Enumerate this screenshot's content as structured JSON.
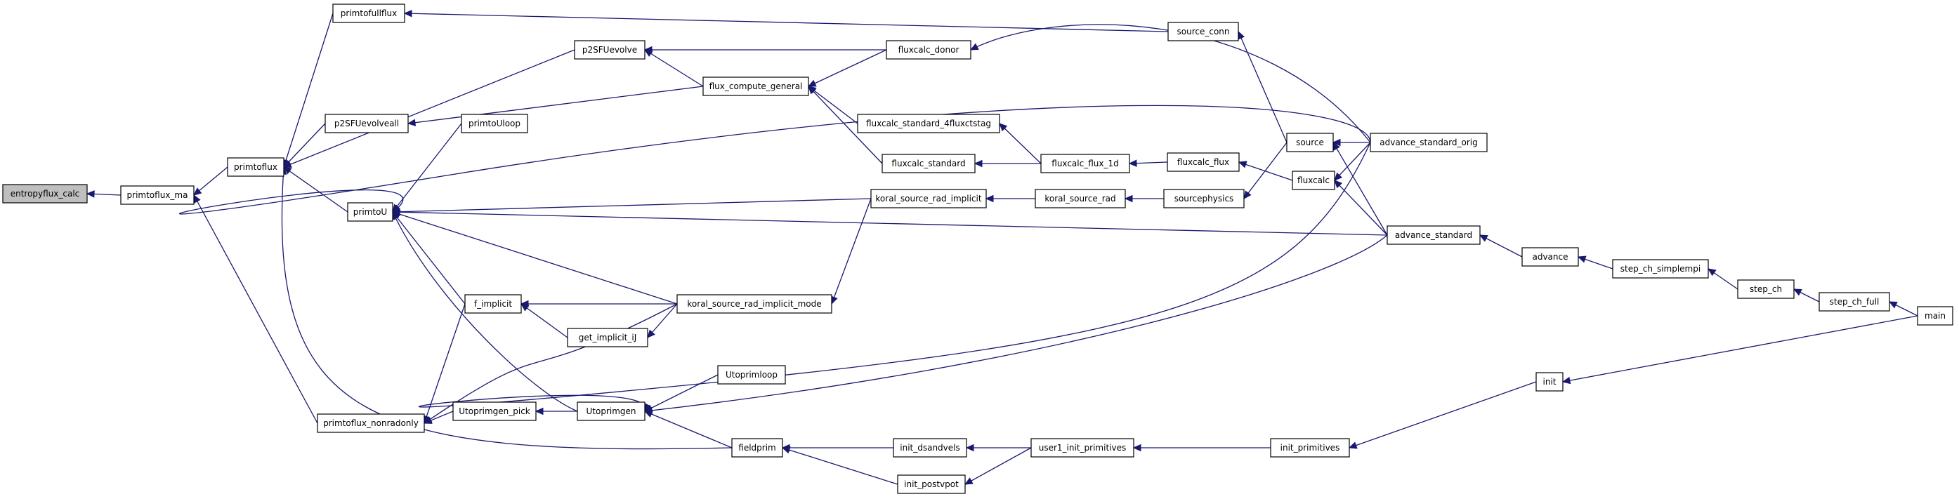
{
  "graph": {
    "title": "",
    "colors": {
      "edge": "#191970",
      "node_border": "#000000",
      "root_fill": "#bfbfbf",
      "node_fill": "#ffffff"
    },
    "nodes": [
      {
        "id": "entropyflux_calc",
        "label": "entropyflux_calc",
        "root": true
      },
      {
        "id": "primtoflux_ma",
        "label": "primtoflux_ma"
      },
      {
        "id": "primtoflux",
        "label": "primtoflux"
      },
      {
        "id": "primtofullflux",
        "label": "primtofullflux"
      },
      {
        "id": "p2SFUevolve",
        "label": "p2SFUevolve"
      },
      {
        "id": "p2SFUevolveall",
        "label": "p2SFUevolveall"
      },
      {
        "id": "primtoUloop",
        "label": "primtoUloop"
      },
      {
        "id": "primtoU",
        "label": "primtoU"
      },
      {
        "id": "primtoflux_nonradonly",
        "label": "primtoflux_nonradonly"
      },
      {
        "id": "f_implicit",
        "label": "f_implicit"
      },
      {
        "id": "get_implicit_iJ",
        "label": "get_implicit_iJ"
      },
      {
        "id": "Utoprimgen_pick",
        "label": "Utoprimgen_pick"
      },
      {
        "id": "Utoprimgen",
        "label": "Utoprimgen"
      },
      {
        "id": "Utoprimloop",
        "label": "Utoprimloop"
      },
      {
        "id": "fieldprim",
        "label": "fieldprim"
      },
      {
        "id": "flux_compute_general",
        "label": "flux_compute_general"
      },
      {
        "id": "koral_source_rad_implicit_mode",
        "label": "koral_source_rad_implicit_mode"
      },
      {
        "id": "fluxcalc_donor",
        "label": "fluxcalc_donor"
      },
      {
        "id": "fluxcalc_standard_4fluxctstag",
        "label": "fluxcalc_standard_4fluxctstag"
      },
      {
        "id": "fluxcalc_standard",
        "label": "fluxcalc_standard"
      },
      {
        "id": "koral_source_rad_implicit",
        "label": "koral_source_rad_implicit"
      },
      {
        "id": "init_dsandvels",
        "label": "init_dsandvels"
      },
      {
        "id": "init_postvpot",
        "label": "init_postvpot"
      },
      {
        "id": "fluxcalc_flux_1d",
        "label": "fluxcalc_flux_1d"
      },
      {
        "id": "koral_source_rad",
        "label": "koral_source_rad"
      },
      {
        "id": "user1_init_primitives",
        "label": "user1_init_primitives"
      },
      {
        "id": "source_conn",
        "label": "source_conn"
      },
      {
        "id": "fluxcalc_flux",
        "label": "fluxcalc_flux"
      },
      {
        "id": "sourcephysics",
        "label": "sourcephysics"
      },
      {
        "id": "init_primitives",
        "label": "init_primitives"
      },
      {
        "id": "source",
        "label": "source"
      },
      {
        "id": "fluxcalc",
        "label": "fluxcalc"
      },
      {
        "id": "advance_standard_orig",
        "label": "advance_standard_orig"
      },
      {
        "id": "advance_standard",
        "label": "advance_standard"
      },
      {
        "id": "init",
        "label": "init"
      },
      {
        "id": "advance",
        "label": "advance"
      },
      {
        "id": "step_ch_simplempi",
        "label": "step_ch_simplempi"
      },
      {
        "id": "step_ch",
        "label": "step_ch"
      },
      {
        "id": "step_ch_full",
        "label": "step_ch_full"
      },
      {
        "id": "main",
        "label": "main"
      }
    ],
    "edges": [
      [
        "primtoflux_ma",
        "entropyflux_calc"
      ],
      [
        "primtoflux",
        "primtoflux_ma"
      ],
      [
        "primtoflux_nonradonly",
        "primtoflux_ma"
      ],
      [
        "primtofullflux",
        "primtoflux"
      ],
      [
        "p2SFUevolve",
        "primtoflux"
      ],
      [
        "p2SFUevolveall",
        "primtoflux"
      ],
      [
        "primtoU",
        "primtoflux"
      ],
      [
        "fieldprim",
        "primtoflux"
      ],
      [
        "source_conn",
        "primtofullflux"
      ],
      [
        "flux_compute_general",
        "p2SFUevolve"
      ],
      [
        "fluxcalc_donor",
        "p2SFUevolve"
      ],
      [
        "flux_compute_general",
        "p2SFUevolveall"
      ],
      [
        "primtoUloop",
        "primtoU"
      ],
      [
        "advance_standard_orig",
        "primtoU"
      ],
      [
        "koral_source_rad_implicit",
        "primtoU"
      ],
      [
        "advance_standard",
        "primtoU"
      ],
      [
        "koral_source_rad_implicit_mode",
        "primtoU"
      ],
      [
        "f_implicit",
        "primtoU"
      ],
      [
        "Utoprimgen",
        "primtoU"
      ],
      [
        "f_implicit",
        "primtoflux_nonradonly"
      ],
      [
        "koral_source_rad_implicit_mode",
        "primtoflux_nonradonly"
      ],
      [
        "Utoprimgen_pick",
        "primtoflux_nonradonly"
      ],
      [
        "koral_source_rad_implicit_mode",
        "f_implicit"
      ],
      [
        "get_implicit_iJ",
        "f_implicit"
      ],
      [
        "koral_source_rad_implicit_mode",
        "get_implicit_iJ"
      ],
      [
        "Utoprimgen",
        "Utoprimgen_pick"
      ],
      [
        "Utoprimloop",
        "Utoprimgen"
      ],
      [
        "fieldprim",
        "Utoprimgen"
      ],
      [
        "advance_standard_orig",
        "Utoprimgen"
      ],
      [
        "advance_standard",
        "Utoprimgen"
      ],
      [
        "init_dsandvels",
        "fieldprim"
      ],
      [
        "init_postvpot",
        "fieldprim"
      ],
      [
        "fluxcalc_donor",
        "flux_compute_general"
      ],
      [
        "fluxcalc_standard_4fluxctstag",
        "flux_compute_general"
      ],
      [
        "fluxcalc_standard",
        "flux_compute_general"
      ],
      [
        "koral_source_rad_implicit",
        "koral_source_rad_implicit_mode"
      ],
      [
        "advance_standard_orig",
        "fluxcalc_donor"
      ],
      [
        "fluxcalc_flux_1d",
        "fluxcalc_standard_4fluxctstag"
      ],
      [
        "fluxcalc_flux_1d",
        "fluxcalc_standard"
      ],
      [
        "koral_source_rad",
        "koral_source_rad_implicit"
      ],
      [
        "user1_init_primitives",
        "init_dsandvels"
      ],
      [
        "user1_init_primitives",
        "init_postvpot"
      ],
      [
        "fluxcalc_flux",
        "fluxcalc_flux_1d"
      ],
      [
        "sourcephysics",
        "koral_source_rad"
      ],
      [
        "init_primitives",
        "user1_init_primitives"
      ],
      [
        "source",
        "source_conn"
      ],
      [
        "fluxcalc",
        "fluxcalc_flux"
      ],
      [
        "source",
        "sourcephysics"
      ],
      [
        "init",
        "init_primitives"
      ],
      [
        "advance_standard_orig",
        "source"
      ],
      [
        "advance_standard",
        "source"
      ],
      [
        "advance_standard_orig",
        "fluxcalc"
      ],
      [
        "advance_standard",
        "fluxcalc"
      ],
      [
        "advance",
        "advance_standard"
      ],
      [
        "step_ch_simplempi",
        "advance"
      ],
      [
        "step_ch",
        "step_ch_simplempi"
      ],
      [
        "step_ch_full",
        "step_ch"
      ],
      [
        "main",
        "step_ch_full"
      ],
      [
        "main",
        "init"
      ]
    ]
  }
}
